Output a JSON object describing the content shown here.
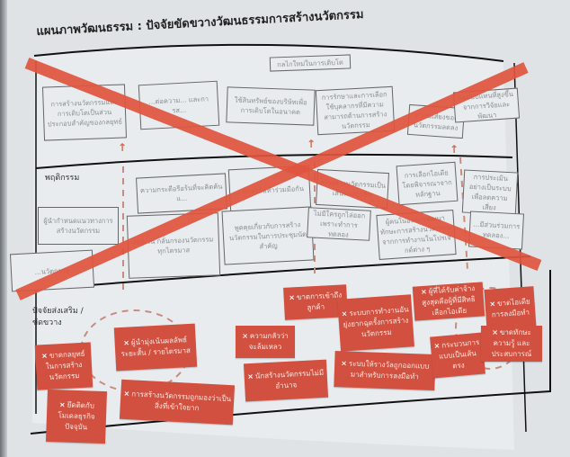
{
  "title": "แผนภาพวัฒนธรรม : ปัจจัยขัดขวางวัฒนธรรมการสร้างนวัตกรรม",
  "sections": {
    "behavior_label": "พฤติกรรม",
    "factors_label": "ปัจจัยส่งเสริม / ขัดขวาง"
  },
  "outcomes": [
    "กลไกใหม่ในการเติบโต",
    "การสร้างนวัตกรรมและการเติบโตเป็นส่วนประกอบสำคัญของกลยุทธ์",
    "...ต่อความ... และการส...",
    "ใช้สินทรัพย์ของบริษัทเพื่อการเติบโตในอนาคต",
    "การรักษาและการเลือกใช้บุคลากรที่มีความสามารถด้านการสร้างนวัตกรรม",
    "ความเสี่ยงของนวัตกรรมลดลง",
    "ผลตอบแทนที่สูงขึ้นจากการวิจัยและพัฒนา"
  ],
  "behaviors": [
    "ความกระตือรือร้นที่จะคิดค้นแ...",
    "...นักลงมือทำร่วมมือกัน",
    "การสร้างนวัตกรรมเป็นเส้นทางอาชีพ",
    "การเลือกไอเดียโดยพิจารณาจากหลักฐาน",
    "การประเมินอย่างเป็นระบบเพื่อลดความเสี่ยง",
    "ผู้นำกำหนดแนวทางการสร้างนวัตกรรม",
    "ทบทวน กลั่นกรองนวัตกรรม ทุกไตรมาส",
    "พูดคุยเกี่ยวกับการสร้างนวัตกรรมในการประชุมนัดสำคัญ",
    "ไม่มีใครถูกไล่ออกเพราะทำการทดลอง",
    "ผู้คนในองค์กรพัฒนาทักษะการสร้างนวัตกรรมจากการทำงานในโปรเจกต์ต่าง ๆ",
    "...มีส่วนร่วมการทดลอง...",
    "...นวัตกรรม"
  ],
  "barriers": [
    "ขาดกลยุทธ์ในการสร้างนวัตกรรม",
    "ยึดติดกับโมเดลธุรกิจปัจจุบัน",
    "ผู้นำมุ่งเน้นผลลัพธ์ ระยะสั้น / รายไตรมาส",
    "การสร้างนวัตกรรมถูกมองว่าเป็นสิ่งที่เข้าใจยาก",
    "ความกลัวว่าจะล้มเหลว",
    "ขาดการเข้าถึงลูกค้า",
    "นักสร้างนวัตกรรมไม่มีอำนาจ",
    "ระบบการทำงานอันยุ่งยากฉุดรั้งการสร้างนวัตกรรม",
    "ระบบให้รางวัลถูกออกแบบมาสำหรับการลงมือทำ",
    "ผู้ที่ได้รับค่าจ้างสูงสุดคือผู้ที่มีสิทธิเลือกไอเดีย",
    "ขาดไอเดีย การลงมือทำ",
    "กระบวนการแบบเป็นเส้นตรง",
    "ขาดทักษะ ความรู้ และประสบการณ์"
  ],
  "marker": "×",
  "colors": {
    "cross": "#e0553f",
    "barrier": "#d2503f",
    "paper": "#dfe3e5"
  }
}
